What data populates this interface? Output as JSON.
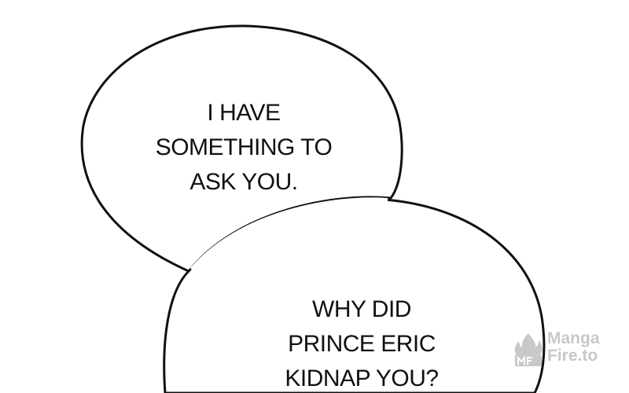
{
  "bubbles": [
    {
      "lines": [
        "I HAVE",
        "SOMETHING TO",
        "ASK YOU."
      ]
    },
    {
      "lines": [
        "WHY DID",
        "PRINCE ERIC",
        "KIDNAP YOU?"
      ]
    }
  ],
  "watermark": {
    "line1": "Manga",
    "line2": "Fire.to",
    "icon": "mangafire-logo-icon",
    "color": "#c8c8c8"
  },
  "colors": {
    "background": "#ffffff",
    "outline": "#111111",
    "text": "#111111"
  }
}
